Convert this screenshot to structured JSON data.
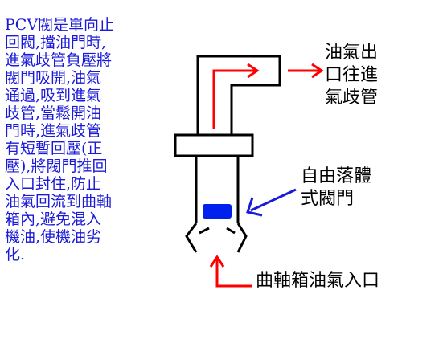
{
  "description": "PCV閥是單向止\n回閥,擋油門時,\n進氣歧管負壓將\n閥門吸開,油氣\n通過,吸到進氣\n歧管,當鬆開油\n門時,進氣歧管\n有短暫回壓(正\n壓),將閥門推回\n入口封住,防止\n油氣回流到曲軸\n箱內,避免混入\n機油,使機油劣\n化.",
  "labels": {
    "outlet": "油氣出\n口往進\n氣歧管",
    "valve": "自由落體\n式閥門",
    "inlet": "曲軸箱油氣入口"
  },
  "colors": {
    "text_blue": "#1a1ad8",
    "arrow_red": "#ff0000",
    "valve_blue": "#0020ee",
    "outline": "#000000"
  }
}
